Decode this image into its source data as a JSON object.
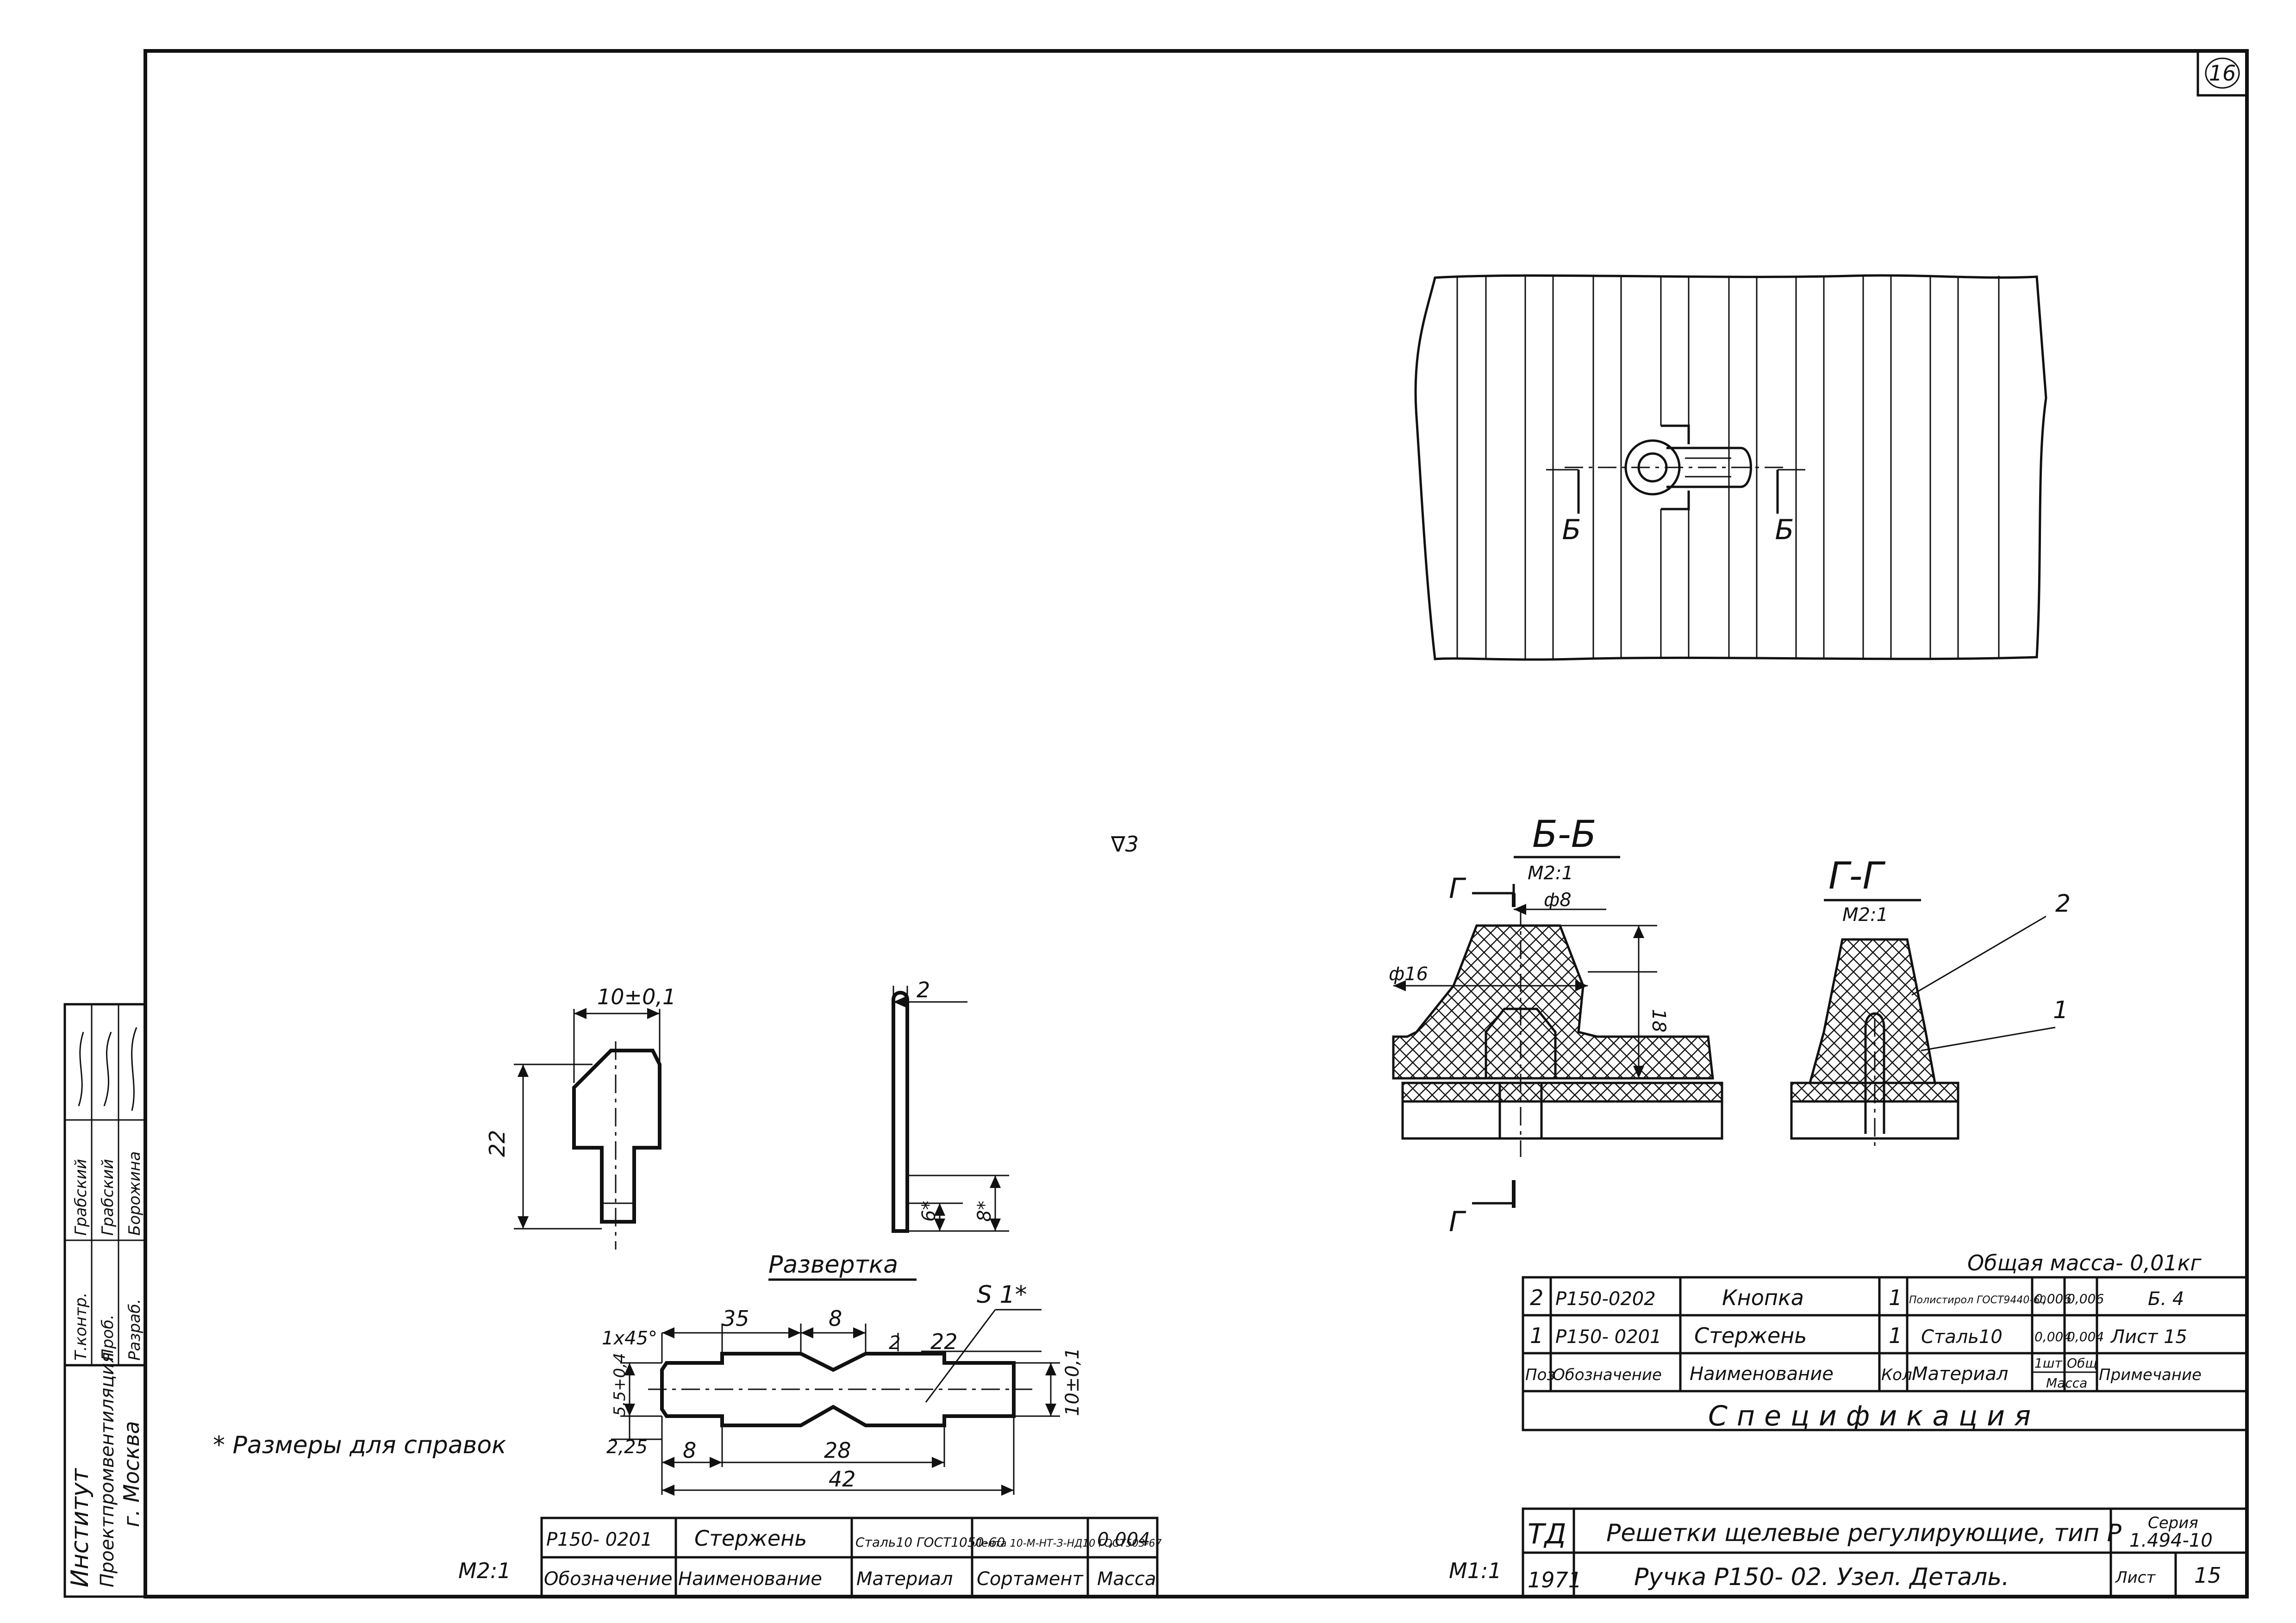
{
  "sheet": {
    "number": "16",
    "surface_mark": "∇3",
    "note": "* Размеры для справок",
    "scale_left": "M2:1",
    "scale_right": "M1:1"
  },
  "views": {
    "section_bb": {
      "label": "Б-Б",
      "scale": "M2:1"
    },
    "section_gg": {
      "label": "Г-Г",
      "scale": "M2:1"
    },
    "cut_b": "Б",
    "cut_g": "Г",
    "razvertka": "Развертка",
    "positions": [
      "1",
      "2"
    ]
  },
  "dimensions": {
    "w10": "10±0,1",
    "h22": "22",
    "t2": "2",
    "d6": "6*",
    "d8s": "8*",
    "phi8": "ф8",
    "phi16": "ф16",
    "h18": "18",
    "chamfer": "1x45°",
    "d35": "35",
    "d8": "8",
    "d2": "2",
    "d22": "22",
    "s1": "S 1*",
    "d55": "5,5+0,4",
    "d225": "2,25",
    "d8b": "8",
    "d28": "28",
    "d42": "42",
    "d10r": "10±0,1"
  },
  "stamp": {
    "rows": [
      [
        "Т.контр.",
        "Грабский"
      ],
      [
        "Проб.",
        "Грабский"
      ],
      [
        "Разраб.",
        "Борожина"
      ]
    ],
    "institute_l1": "Институт",
    "institute_l2": "Проектпромвентиляция",
    "institute_l3": "г. Москва"
  },
  "part_table": {
    "values": [
      "P150- 0201",
      "Стержень",
      "Сталь10 ГОСТ1050-60",
      "Лента 10-М-НТ-З-НД10 ГОСТ503-67",
      "0,004"
    ],
    "headers": [
      "Обозначение",
      "Наименование",
      "Материал",
      "Сортамент",
      "Масса"
    ]
  },
  "spec": {
    "total_mass": "Общая масса- 0,01кг",
    "rows": [
      {
        "poz": "2",
        "oboz": "P150-0202",
        "name": "Кнопка",
        "kol": "1",
        "mat": "Полистирол ГОСТ9440-60",
        "m1": "0,006",
        "m2": "0,006",
        "prim": "Б. 4"
      },
      {
        "poz": "1",
        "oboz": "P150- 0201",
        "name": "Стержень",
        "kol": "1",
        "mat": "Сталь10",
        "m1": "0,004",
        "m2": "0,004",
        "prim": "Лист 15"
      }
    ],
    "headers": {
      "poz": "Поз",
      "oboz": "Обозначение",
      "name": "Наименование",
      "kol": "Кол",
      "mat": "Материал",
      "m1": "1шт",
      "m2": "Общ",
      "mass": "Масса",
      "prim": "Примечание"
    },
    "title": "Спецификация"
  },
  "title_block": {
    "td": "ТД",
    "year": "1971",
    "title1": "Решетки щелевые регулирующие, тип Р",
    "title2": "Ручка Р150- 02. Узел. Деталь.",
    "seria_label": "Серия",
    "seria": "1.494-10",
    "list_label": "Лист",
    "list": "15"
  }
}
